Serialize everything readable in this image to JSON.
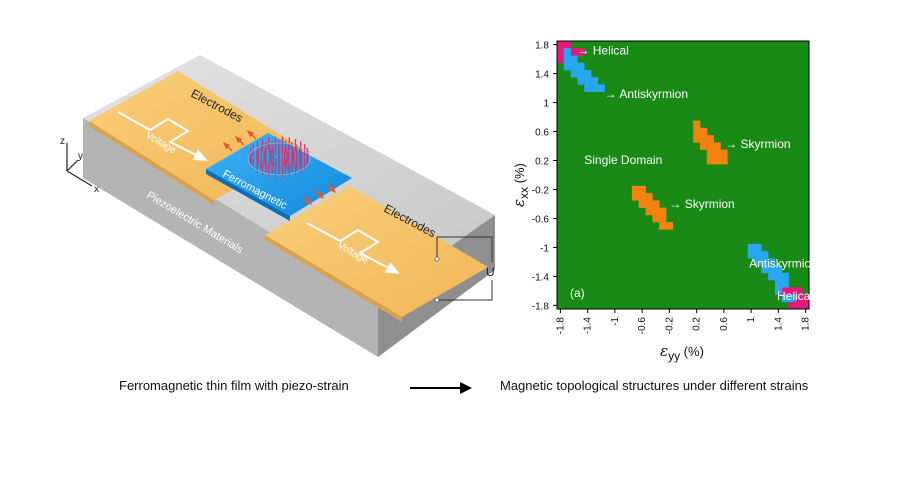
{
  "device": {
    "electrodes_top": "Electrodes",
    "electrodes_bottom": "Electrodes",
    "voltage_top": "Voltage",
    "voltage_bottom": "Voltage",
    "ferromagnetic": "Ferromagnetic",
    "piezo": "Piezoelectric Materials",
    "u_label": "U",
    "axes": {
      "z": "z",
      "y": "y",
      "x": "x"
    },
    "colors": {
      "electrode": "#f6c36b",
      "ferro": "#1e9be8",
      "substrate": "#cfcfcf",
      "skyrmion": "#d6336c"
    }
  },
  "chart_data": {
    "type": "heatmap",
    "label_a": "(a)",
    "xlabel_sym": "ε",
    "xlabel_sub": "yy",
    "xlabel_unit": " (%)",
    "ylabel_sym": "ε",
    "ylabel_sub": "xx",
    "ylabel_unit": " (%)",
    "xlim": [
      -1.8,
      1.8
    ],
    "ylim": [
      -1.8,
      1.8
    ],
    "grid_step": 0.1,
    "xticks": [
      "-1.8",
      "-1.4",
      "-1",
      "-0.6",
      "-0.2",
      "0.2",
      "0.6",
      "1",
      "1.4",
      "1.8"
    ],
    "yticks": [
      "1.8",
      "1.4",
      "1",
      "0.6",
      "0.2",
      "-0.2",
      "-0.6",
      "-1",
      "-1.4",
      "-1.8"
    ],
    "background_phase": "Single Domain",
    "phases": [
      {
        "name": "Helical",
        "color": "#e6197d",
        "cells": [
          [
            -1.8,
            1.8
          ],
          [
            -1.7,
            1.8
          ],
          [
            -1.8,
            1.7
          ],
          [
            -1.6,
            1.7
          ],
          [
            -1.5,
            1.7
          ],
          [
            -1.8,
            1.6
          ],
          [
            1.5,
            -1.6
          ],
          [
            1.6,
            -1.6
          ],
          [
            1.7,
            -1.6
          ],
          [
            1.7,
            -1.7
          ],
          [
            1.8,
            -1.7
          ],
          [
            1.6,
            -1.8
          ],
          [
            1.8,
            -1.8
          ],
          [
            1.7,
            -1.8
          ]
        ]
      },
      {
        "name": "Antiskyrmion",
        "color": "#27a6f2",
        "cells": [
          [
            -1.7,
            1.7
          ],
          [
            -1.7,
            1.6
          ],
          [
            -1.6,
            1.6
          ],
          [
            -1.7,
            1.5
          ],
          [
            -1.6,
            1.5
          ],
          [
            -1.5,
            1.5
          ],
          [
            -1.6,
            1.4
          ],
          [
            -1.5,
            1.4
          ],
          [
            -1.4,
            1.4
          ],
          [
            -1.5,
            1.3
          ],
          [
            -1.4,
            1.3
          ],
          [
            -1.3,
            1.3
          ],
          [
            -1.4,
            1.2
          ],
          [
            -1.3,
            1.2
          ],
          [
            -1.2,
            1.2
          ],
          [
            1.0,
            -1.0
          ],
          [
            1.1,
            -1.0
          ],
          [
            1.0,
            -1.1
          ],
          [
            1.1,
            -1.1
          ],
          [
            1.2,
            -1.1
          ],
          [
            1.1,
            -1.2
          ],
          [
            1.2,
            -1.2
          ],
          [
            1.3,
            -1.2
          ],
          [
            1.2,
            -1.3
          ],
          [
            1.3,
            -1.3
          ],
          [
            1.4,
            -1.3
          ],
          [
            1.3,
            -1.4
          ],
          [
            1.4,
            -1.4
          ],
          [
            1.5,
            -1.4
          ],
          [
            1.4,
            -1.5
          ],
          [
            1.5,
            -1.5
          ],
          [
            1.4,
            -1.6
          ],
          [
            1.6,
            -1.7
          ],
          [
            1.5,
            -1.7
          ]
        ]
      },
      {
        "name": "Skyrmion",
        "color": "#f5820f",
        "cells": [
          [
            0.2,
            0.7
          ],
          [
            0.2,
            0.6
          ],
          [
            0.3,
            0.6
          ],
          [
            0.2,
            0.5
          ],
          [
            0.3,
            0.5
          ],
          [
            0.4,
            0.5
          ],
          [
            0.3,
            0.4
          ],
          [
            0.4,
            0.4
          ],
          [
            0.5,
            0.4
          ],
          [
            0.4,
            0.3
          ],
          [
            0.5,
            0.3
          ],
          [
            0.6,
            0.3
          ],
          [
            0.4,
            0.2
          ],
          [
            0.5,
            0.2
          ],
          [
            0.6,
            0.2
          ],
          [
            -0.7,
            -0.2
          ],
          [
            -0.6,
            -0.2
          ],
          [
            -0.7,
            -0.3
          ],
          [
            -0.6,
            -0.3
          ],
          [
            -0.5,
            -0.3
          ],
          [
            -0.6,
            -0.4
          ],
          [
            -0.5,
            -0.4
          ],
          [
            -0.4,
            -0.4
          ],
          [
            -0.5,
            -0.5
          ],
          [
            -0.4,
            -0.5
          ],
          [
            -0.3,
            -0.5
          ],
          [
            -0.4,
            -0.6
          ],
          [
            -0.3,
            -0.6
          ],
          [
            -0.3,
            -0.7
          ],
          [
            -0.2,
            -0.7
          ]
        ]
      }
    ],
    "annotations": [
      {
        "text": "→ Helical",
        "x": -1.55,
        "y": 1.72
      },
      {
        "text": "→ Antiskyrmion",
        "x": -1.15,
        "y": 1.12
      },
      {
        "text": "→ Skyrmion",
        "x": 0.62,
        "y": 0.43
      },
      {
        "text": "Single Domain",
        "x": -1.45,
        "y": 0.21
      },
      {
        "text": "→ Skyrmion",
        "x": -0.2,
        "y": -0.4
      },
      {
        "text": "Antiskyrmion ←",
        "x": 0.97,
        "y": -1.22
      },
      {
        "text": "Helical ←",
        "x": 1.38,
        "y": -1.67
      }
    ],
    "bg_color": "#1a8a16"
  },
  "captions": {
    "left": "Ferromagnetic thin film with piezo-strain",
    "right": "Magnetic topological structures under different strains"
  }
}
